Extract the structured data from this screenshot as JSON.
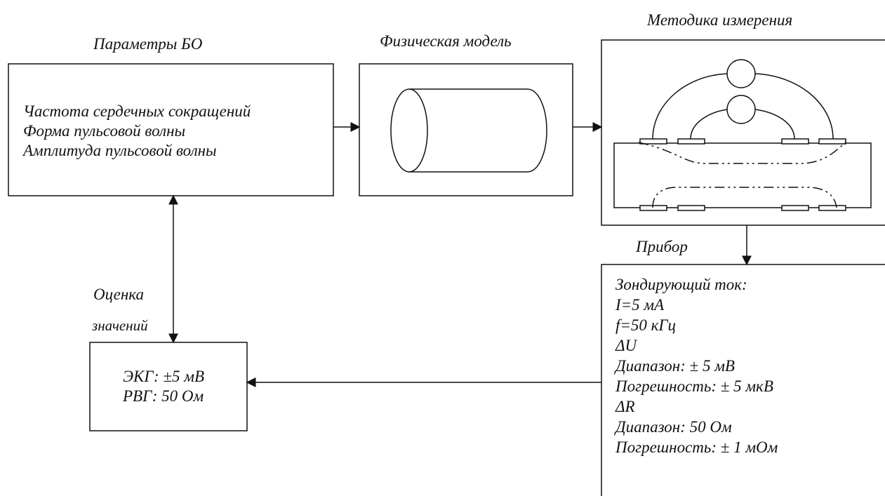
{
  "titles": {
    "params": "Параметры БО",
    "model": "Физическая модель",
    "method": "Методика измерения",
    "device": "Прибор",
    "assess_line1": "Оценка",
    "assess_line2": "значений"
  },
  "params_box": {
    "lines": [
      "Частота сердечных сокращений",
      "Форма пульсовой волны",
      "Амплитуда пульсовой волны"
    ]
  },
  "device_box": {
    "lines": [
      "Зондирующий ток:",
      "I=5 мА",
      "f=50 кГц",
      "ΔU",
      "Диапазон: ± 5 мВ",
      "Погрешность: ± 5 мкВ",
      "ΔR",
      "Диапазон: 50 Ом",
      "Погрешность: ± 1 мОм"
    ]
  },
  "result_box": {
    "lines": [
      "ЭКГ: ±5 мВ",
      "РВГ: 50 Ом"
    ]
  },
  "colors": {
    "line": "#111111",
    "background": "#ffffff"
  }
}
